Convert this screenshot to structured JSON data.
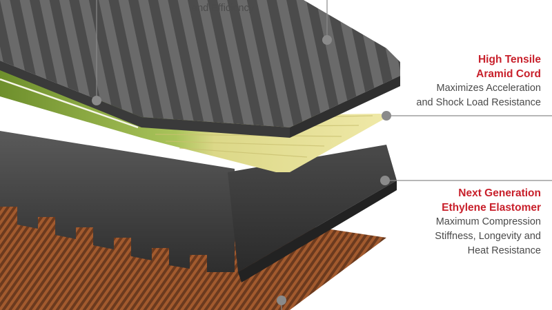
{
  "callouts": {
    "top": {
      "title": "",
      "desc_partial": "and Efficiency"
    },
    "cord": {
      "title_line1": "High Tensile",
      "title_line2": "Aramid Cord",
      "desc_line1": "Maximizes Acceleration",
      "desc_line2": "and Shock Load Resistance"
    },
    "elastomer": {
      "title_line1": "Next Generation",
      "title_line2": "Ethylene Elastomer",
      "desc_line1": "Maximum Compression",
      "desc_line2": "Stiffness, Longevity and",
      "desc_line3": "Heat Resistance"
    }
  },
  "colors": {
    "accent_red": "#c8202b",
    "body_text": "#4a4a4a",
    "leader_line": "#8a8a8a",
    "rubber_dark": "#3a3a3a",
    "rubber_mid": "#555555",
    "cord_green": "#8fae3a",
    "cord_yellow": "#e2dc8a",
    "fabric_brown": "#8a4a26"
  }
}
